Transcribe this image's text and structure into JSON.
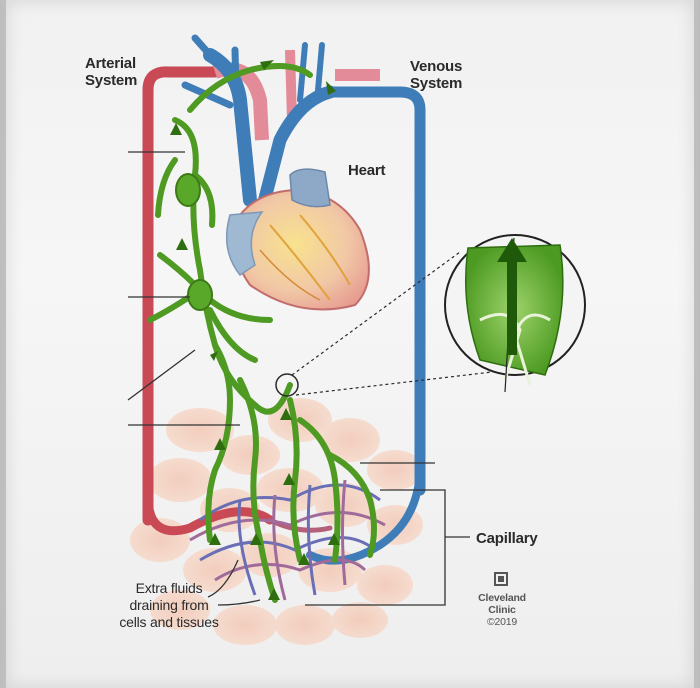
{
  "labels": {
    "arterial": [
      "Arterial",
      "System"
    ],
    "venous": [
      "Venous",
      "System"
    ],
    "heart": "Heart",
    "capillary": "Capillary",
    "fluids": [
      "Extra fluids",
      "draining from",
      "cells and tissues"
    ]
  },
  "credit": {
    "org": [
      "Cleveland",
      "Clinic"
    ],
    "year": "©2019"
  },
  "colors": {
    "artery": "#c94a55",
    "vein": "#3f7db8",
    "lymph": "#4f9a22",
    "lymph_dark": "#2f6e10"
  }
}
